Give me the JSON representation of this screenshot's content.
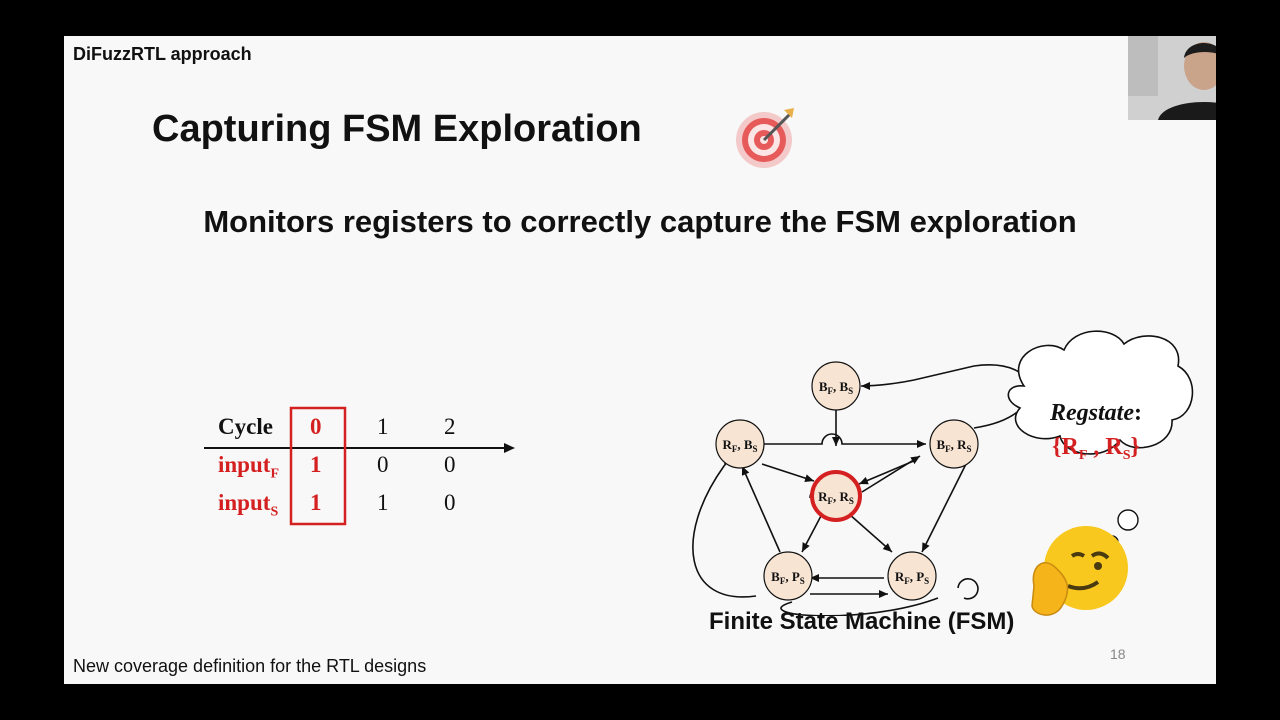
{
  "slide": {
    "section_label": "DiFuzzRTL approach",
    "title": "Capturing FSM Exploration",
    "subtitle": "Monitors registers to correctly capture the FSM exploration",
    "footer_note": "New coverage definition for the RTL designs",
    "page_number": "18"
  },
  "cycle_table": {
    "header": [
      "Cycle",
      "0",
      "1",
      "2"
    ],
    "rows": [
      {
        "label": "input",
        "sub": "F",
        "values": [
          "1",
          "0",
          "0"
        ]
      },
      {
        "label": "input",
        "sub": "S",
        "values": [
          "1",
          "1",
          "0"
        ]
      }
    ],
    "highlight_column": "0"
  },
  "fsm": {
    "caption": "Finite State Machine (FSM)",
    "states": [
      {
        "id": "bfbs",
        "a": "B",
        "as": "F",
        "b": "B",
        "bs": "S"
      },
      {
        "id": "rfbs",
        "a": "R",
        "as": "F",
        "b": "B",
        "bs": "S"
      },
      {
        "id": "bfrs",
        "a": "B",
        "as": "F",
        "b": "R",
        "bs": "S"
      },
      {
        "id": "rfrs",
        "a": "R",
        "as": "F",
        "b": "R",
        "bs": "S",
        "current": true
      },
      {
        "id": "bfps",
        "a": "B",
        "as": "F",
        "b": "P",
        "bs": "S"
      },
      {
        "id": "rfps",
        "a": "R",
        "as": "F",
        "b": "P",
        "bs": "S"
      }
    ],
    "thought": {
      "label": "Regstate",
      "colon": ":",
      "open": "{",
      "a": "R",
      "as": "F",
      "sep": " , ",
      "b": "R",
      "bs": "S",
      "close": "}"
    }
  },
  "colors": {
    "accent": "#d42020",
    "node_fill": "#f7e4d3",
    "slide_bg": "#f8f8f8"
  },
  "icons": [
    "target-icon",
    "thinking-emoji-icon"
  ]
}
